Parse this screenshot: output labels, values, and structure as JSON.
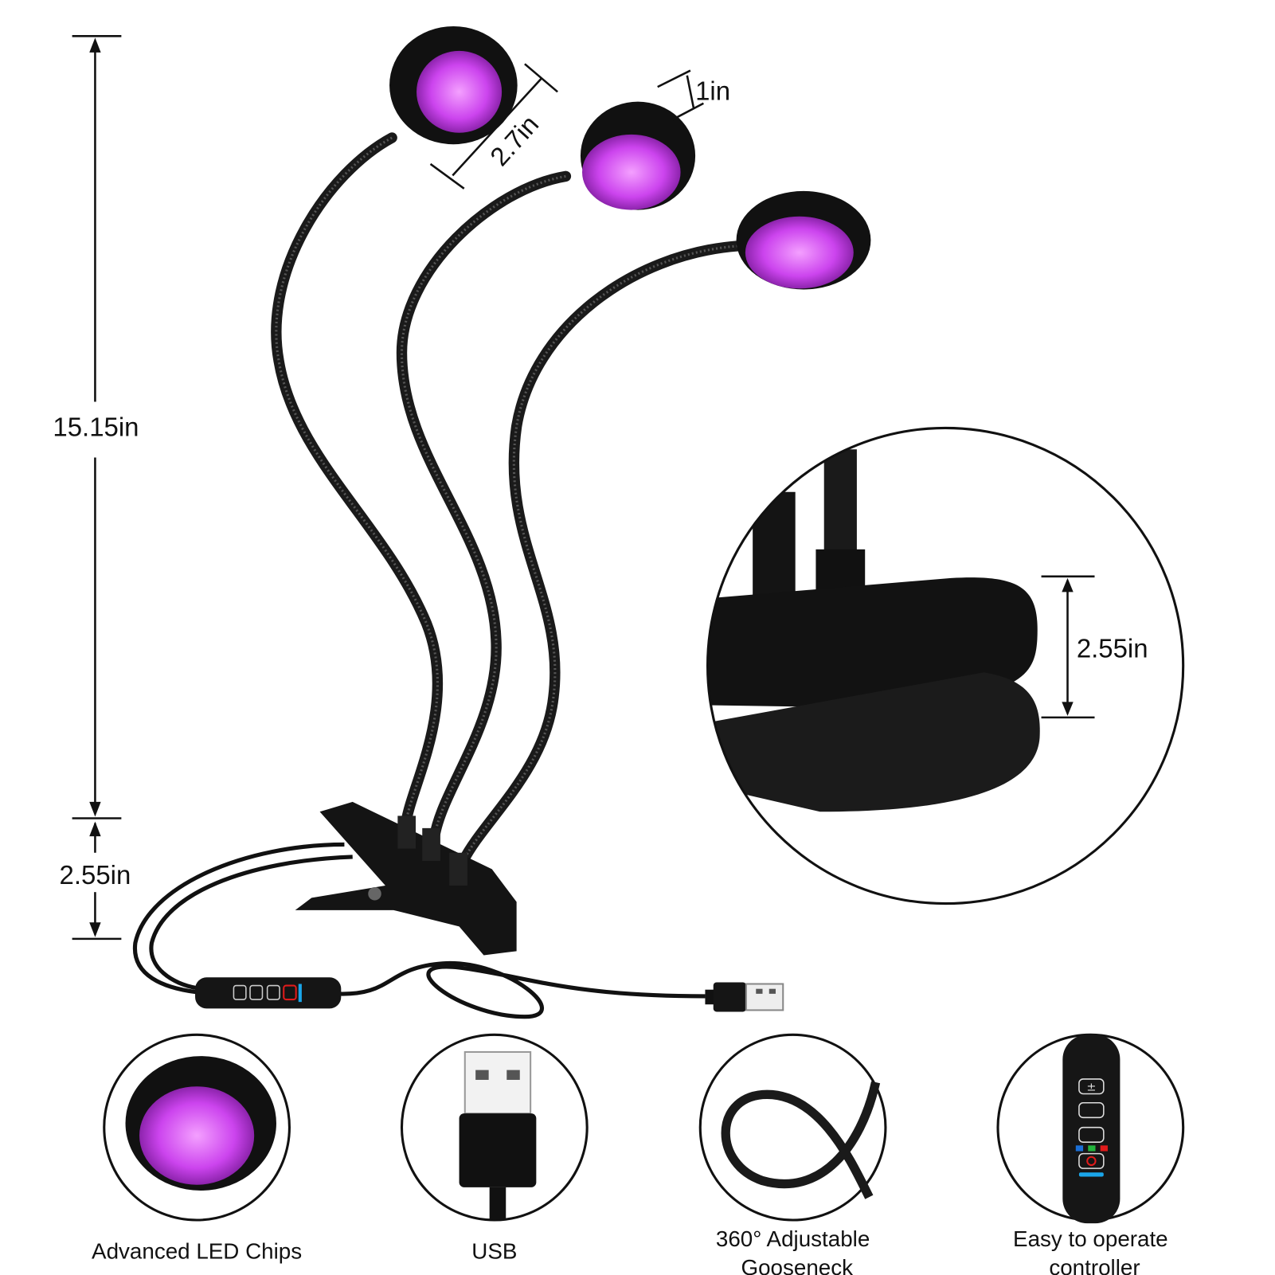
{
  "dimensions": {
    "total_height": "15.15in",
    "clip_height": "2.55in",
    "head_diameter": "2.7in",
    "head_thickness": "1in",
    "clip_opening": "2.55in"
  },
  "features": [
    {
      "label": "Advanced LED Chips",
      "icon": "led-head-icon"
    },
    {
      "label": "USB",
      "icon": "usb-plug-icon"
    },
    {
      "label_line1": "360° Adjustable",
      "label_line2": "Gooseneck",
      "icon": "gooseneck-icon"
    },
    {
      "label_line1": "Easy to operate",
      "label_line2": "controller",
      "icon": "controller-icon"
    }
  ],
  "colors": {
    "led_purple": "#c040e0",
    "led_glow": "#e070ff",
    "body_black": "#111111",
    "indicator_blue": "#1aa6ea",
    "indicator_red": "#e01b1b",
    "indicator_green": "#22b53c"
  }
}
